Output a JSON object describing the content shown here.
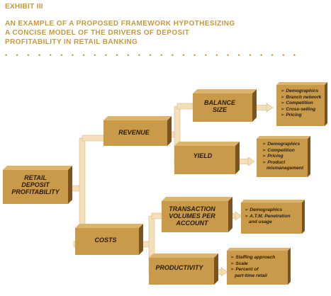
{
  "header": {
    "exhibit": "EXHIBIT III",
    "title_lines": [
      "AN EXAMPLE OF A PROPOSED FRAMEWORK HYPOTHESIZING",
      "A CONCISE MODEL OF THE DRIVERS OF DEPOSIT",
      "PROFITABILITY IN RETAIL BANKING"
    ]
  },
  "nodes": {
    "root": [
      "RETAIL",
      "DEPOSIT",
      "PROFITABILITY"
    ],
    "revenue": [
      "REVENUE"
    ],
    "costs": [
      "COSTS"
    ],
    "balance_size": [
      "BALANCE",
      "SIZE"
    ],
    "yield": [
      "YIELD"
    ],
    "transaction_volumes": [
      "TRANSACTION",
      "VOLUMES PER",
      "ACCOUNT"
    ],
    "productivity": [
      "PRODUCTIVITY"
    ]
  },
  "drivers": {
    "balance_size": [
      {
        "text": "➢ Demographics"
      },
      {
        "text": "➢ Branch network"
      },
      {
        "text": "➢ Competition"
      },
      {
        "text": "➢ Cross-selling"
      },
      {
        "text": "➢ Pricing"
      }
    ],
    "yield": [
      {
        "text": "➢ Demographics"
      },
      {
        "text": "➢ Competition"
      },
      {
        "text": "➢ Pricing"
      },
      {
        "text": "➢ Product"
      },
      {
        "text": "mismanagement",
        "cont": true
      }
    ],
    "transaction_volumes": [
      {
        "text": "➢ Demographics"
      },
      {
        "text": "➢ A.T.M. Penetration"
      },
      {
        "text": "and usage",
        "cont": true
      }
    ],
    "productivity": [
      {
        "text": "➢ Staffing approach"
      },
      {
        "text": "➢ Scale"
      },
      {
        "text": "➢ Percent of"
      },
      {
        "text": "part-time retail",
        "cont": true
      }
    ]
  },
  "colors": {
    "title": "#c59a3e",
    "box_front": "#c99a4a",
    "box_side": "#7a5320",
    "box_top": "#dcb46c",
    "connector": "#f3dfb9",
    "connector_edge": "#d8b678"
  }
}
